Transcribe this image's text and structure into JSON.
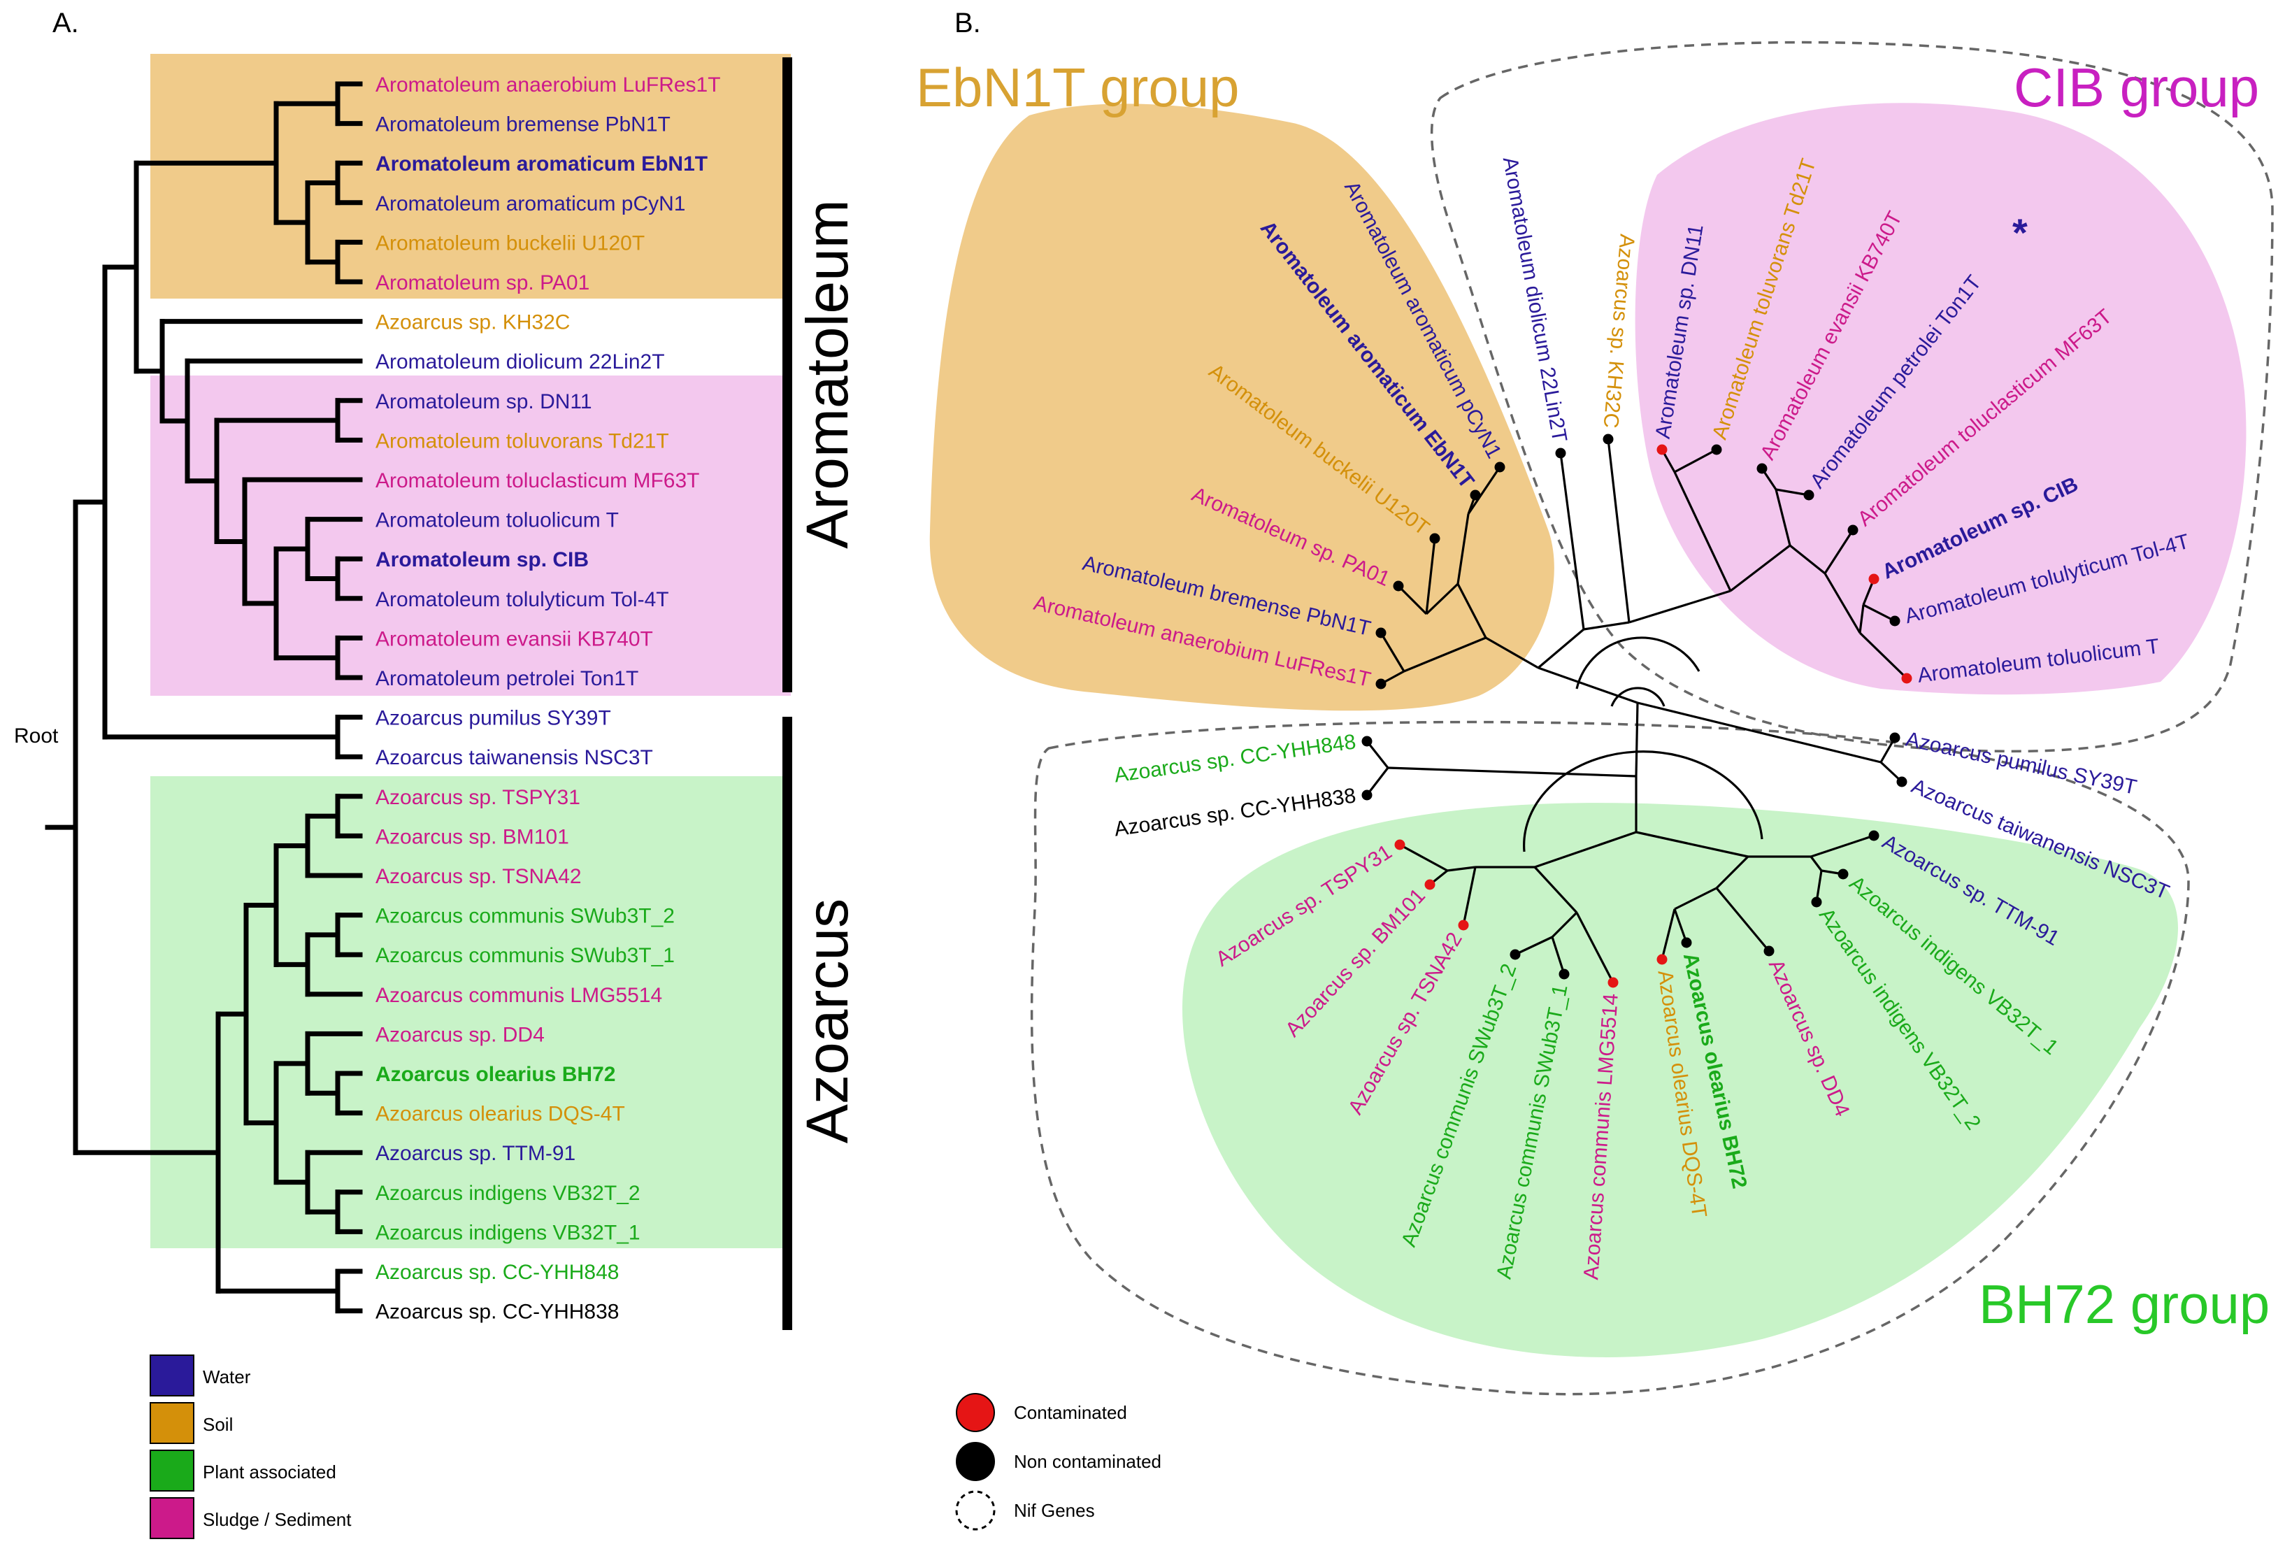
{
  "colors": {
    "water": "#2a1a9a",
    "soil": "#d4900a",
    "plant": "#1aaa1a",
    "sludge": "#cc1a8a",
    "black": "#000000",
    "soil_bg": "#f0cb8a",
    "sludge_bg": "#f3c8ee",
    "plant_bg": "#c8f3c8",
    "ebn1t_group_title": "#d8a232",
    "cib_group_title": "#c820c0",
    "bh72_group_title": "#28c828",
    "contaminated": "#e51515",
    "non_contaminated": "#000000"
  },
  "panel_a": {
    "label": "A.",
    "root_label": "Root",
    "clade_aromatoleum": "Aromatoleum",
    "clade_azoarcus": "Azoarcus",
    "taxa": [
      {
        "name": "Aromatoleum anaerobium LuFRes1T",
        "habitat": "sludge",
        "bold": false
      },
      {
        "name": "Aromatoleum bremense PbN1T",
        "habitat": "water",
        "bold": false
      },
      {
        "name": "Aromatoleum aromaticum EbN1T",
        "habitat": "water",
        "bold": true
      },
      {
        "name": "Aromatoleum aromaticum pCyN1",
        "habitat": "water",
        "bold": false
      },
      {
        "name": "Aromatoleum buckelii U120T",
        "habitat": "soil",
        "bold": false
      },
      {
        "name": "Aromatoleum sp. PA01",
        "habitat": "sludge",
        "bold": false
      },
      {
        "name": "Azoarcus sp. KH32C",
        "habitat": "soil",
        "bold": false
      },
      {
        "name": "Aromatoleum diolicum 22Lin2T",
        "habitat": "water",
        "bold": false
      },
      {
        "name": "Aromatoleum sp. DN11",
        "habitat": "water",
        "bold": false
      },
      {
        "name": "Aromatoleum toluvorans Td21T",
        "habitat": "soil",
        "bold": false
      },
      {
        "name": "Aromatoleum toluclasticum MF63T",
        "habitat": "sludge",
        "bold": false
      },
      {
        "name": "Aromatoleum toluolicum T",
        "habitat": "water",
        "bold": false
      },
      {
        "name": "Aromatoleum sp. CIB",
        "habitat": "water",
        "bold": true
      },
      {
        "name": "Aromatoleum tolulyticum Tol-4T",
        "habitat": "water",
        "bold": false
      },
      {
        "name": "Aromatoleum evansii KB740T",
        "habitat": "sludge",
        "bold": false
      },
      {
        "name": "Aromatoleum petrolei Ton1T",
        "habitat": "water",
        "bold": false
      },
      {
        "name": "Azoarcus pumilus SY39T",
        "habitat": "water",
        "bold": false
      },
      {
        "name": "Azoarcus taiwanensis NSC3T",
        "habitat": "water",
        "bold": false
      },
      {
        "name": "Azoarcus sp. TSPY31",
        "habitat": "sludge",
        "bold": false
      },
      {
        "name": "Azoarcus sp. BM101",
        "habitat": "sludge",
        "bold": false
      },
      {
        "name": "Azoarcus sp. TSNA42",
        "habitat": "sludge",
        "bold": false
      },
      {
        "name": "Azoarcus communis SWub3T_2",
        "habitat": "plant",
        "bold": false
      },
      {
        "name": "Azoarcus communis SWub3T_1",
        "habitat": "plant",
        "bold": false
      },
      {
        "name": "Azoarcus communis LMG5514",
        "habitat": "sludge",
        "bold": false
      },
      {
        "name": "Azoarcus sp. DD4",
        "habitat": "sludge",
        "bold": false
      },
      {
        "name": "Azoarcus olearius BH72",
        "habitat": "plant",
        "bold": true
      },
      {
        "name": "Azoarcus olearius DQS-4T",
        "habitat": "soil",
        "bold": false
      },
      {
        "name": "Azoarcus sp. TTM-91",
        "habitat": "water",
        "bold": false
      },
      {
        "name": "Azoarcus indigens VB32T_2",
        "habitat": "plant",
        "bold": false
      },
      {
        "name": "Azoarcus indigens VB32T_1",
        "habitat": "plant",
        "bold": false
      },
      {
        "name": "Azoarcus sp. CC-YHH848",
        "habitat": "plant",
        "bold": false
      },
      {
        "name": "Azoarcus sp. CC-YHH838",
        "habitat": "black",
        "bold": false
      }
    ],
    "legend": [
      {
        "label": "Water",
        "habitat": "water"
      },
      {
        "label": "Soil",
        "habitat": "soil"
      },
      {
        "label": "Plant associated",
        "habitat": "plant"
      },
      {
        "label": "Sludge / Sediment",
        "habitat": "sludge"
      }
    ]
  },
  "panel_b": {
    "label": "B.",
    "groups": [
      {
        "key": "ebn1t",
        "title": "EbN1T group"
      },
      {
        "key": "cib",
        "title": "CIB group"
      },
      {
        "key": "bh72",
        "title": "BH72 group"
      }
    ],
    "asterisk": "*",
    "tips": [
      {
        "name": "Aromatoleum anaerobium LuFRes1T",
        "habitat": "sludge",
        "bold": false,
        "status": "non_contaminated"
      },
      {
        "name": "Aromatoleum bremense PbN1T",
        "habitat": "water",
        "bold": false,
        "status": "non_contaminated"
      },
      {
        "name": "Aromatoleum sp. PA01",
        "habitat": "sludge",
        "bold": false,
        "status": "non_contaminated"
      },
      {
        "name": "Aromatoleum buckelii U120T",
        "habitat": "soil",
        "bold": false,
        "status": "non_contaminated"
      },
      {
        "name": "Aromatoleum aromaticum EbN1T",
        "habitat": "water",
        "bold": true,
        "status": "non_contaminated"
      },
      {
        "name": "Aromatoleum aromaticum pCyN1",
        "habitat": "water",
        "bold": false,
        "status": "non_contaminated"
      },
      {
        "name": "Aromatoleum diolicum 22Lin2T",
        "habitat": "water",
        "bold": false,
        "status": "non_contaminated"
      },
      {
        "name": "Azoarcus sp. KH32C",
        "habitat": "soil",
        "bold": false,
        "status": "non_contaminated"
      },
      {
        "name": "Aromatoleum sp. DN11",
        "habitat": "water",
        "bold": false,
        "status": "contaminated"
      },
      {
        "name": "Aromatoleum toluvorans Td21T",
        "habitat": "soil",
        "bold": false,
        "status": "non_contaminated"
      },
      {
        "name": "Aromatoleum evansii KB740T",
        "habitat": "sludge",
        "bold": false,
        "status": "non_contaminated"
      },
      {
        "name": "Aromatoleum petrolei Ton1T",
        "habitat": "water",
        "bold": false,
        "status": "non_contaminated"
      },
      {
        "name": "Aromatoleum toluclasticum MF63T",
        "habitat": "sludge",
        "bold": false,
        "status": "non_contaminated"
      },
      {
        "name": "Aromatoleum sp. CIB",
        "habitat": "water",
        "bold": true,
        "status": "contaminated"
      },
      {
        "name": "Aromatoleum tolulyticum Tol-4T",
        "habitat": "water",
        "bold": false,
        "status": "non_contaminated"
      },
      {
        "name": "Aromatoleum toluolicum T",
        "habitat": "water",
        "bold": false,
        "status": "contaminated"
      },
      {
        "name": "Azoarcus pumilus SY39T",
        "habitat": "water",
        "bold": false,
        "status": "non_contaminated"
      },
      {
        "name": "Azoarcus taiwanensis NSC3T",
        "habitat": "water",
        "bold": false,
        "status": "non_contaminated"
      },
      {
        "name": "Azoarcus sp. TTM-91",
        "habitat": "water",
        "bold": false,
        "status": "non_contaminated"
      },
      {
        "name": "Azoarcus indigens VB32T_1",
        "habitat": "plant",
        "bold": false,
        "status": "non_contaminated"
      },
      {
        "name": "Azoarcus indigens VB32T_2",
        "habitat": "plant",
        "bold": false,
        "status": "non_contaminated"
      },
      {
        "name": "Azoarcus sp. DD4",
        "habitat": "sludge",
        "bold": false,
        "status": "non_contaminated"
      },
      {
        "name": "Azoarcus olearius BH72",
        "habitat": "plant",
        "bold": true,
        "status": "non_contaminated"
      },
      {
        "name": "Azoarcus olearius DQS-4T",
        "habitat": "soil",
        "bold": false,
        "status": "contaminated"
      },
      {
        "name": "Azoarcus communis LMG5514",
        "habitat": "sludge",
        "bold": false,
        "status": "contaminated"
      },
      {
        "name": "Azoarcus communis SWub3T_1",
        "habitat": "plant",
        "bold": false,
        "status": "non_contaminated"
      },
      {
        "name": "Azoarcus communis SWub3T_2",
        "habitat": "plant",
        "bold": false,
        "status": "non_contaminated"
      },
      {
        "name": "Azoarcus sp. TSNA42",
        "habitat": "sludge",
        "bold": false,
        "status": "contaminated"
      },
      {
        "name": "Azoarcus sp. BM101",
        "habitat": "sludge",
        "bold": false,
        "status": "contaminated"
      },
      {
        "name": "Azoarcus sp. TSPY31",
        "habitat": "sludge",
        "bold": false,
        "status": "contaminated"
      },
      {
        "name": "Azoarcus sp. CC-YHH838",
        "habitat": "black",
        "bold": false,
        "status": "non_contaminated"
      },
      {
        "name": "Azoarcus sp. CC-YHH848",
        "habitat": "plant",
        "bold": false,
        "status": "non_contaminated"
      }
    ],
    "legend": [
      {
        "label": "Contaminated",
        "symbol": "contaminated"
      },
      {
        "label": "Non contaminated",
        "symbol": "non_contaminated"
      },
      {
        "label": "Nif Genes",
        "symbol": "dashed-circle"
      }
    ]
  }
}
